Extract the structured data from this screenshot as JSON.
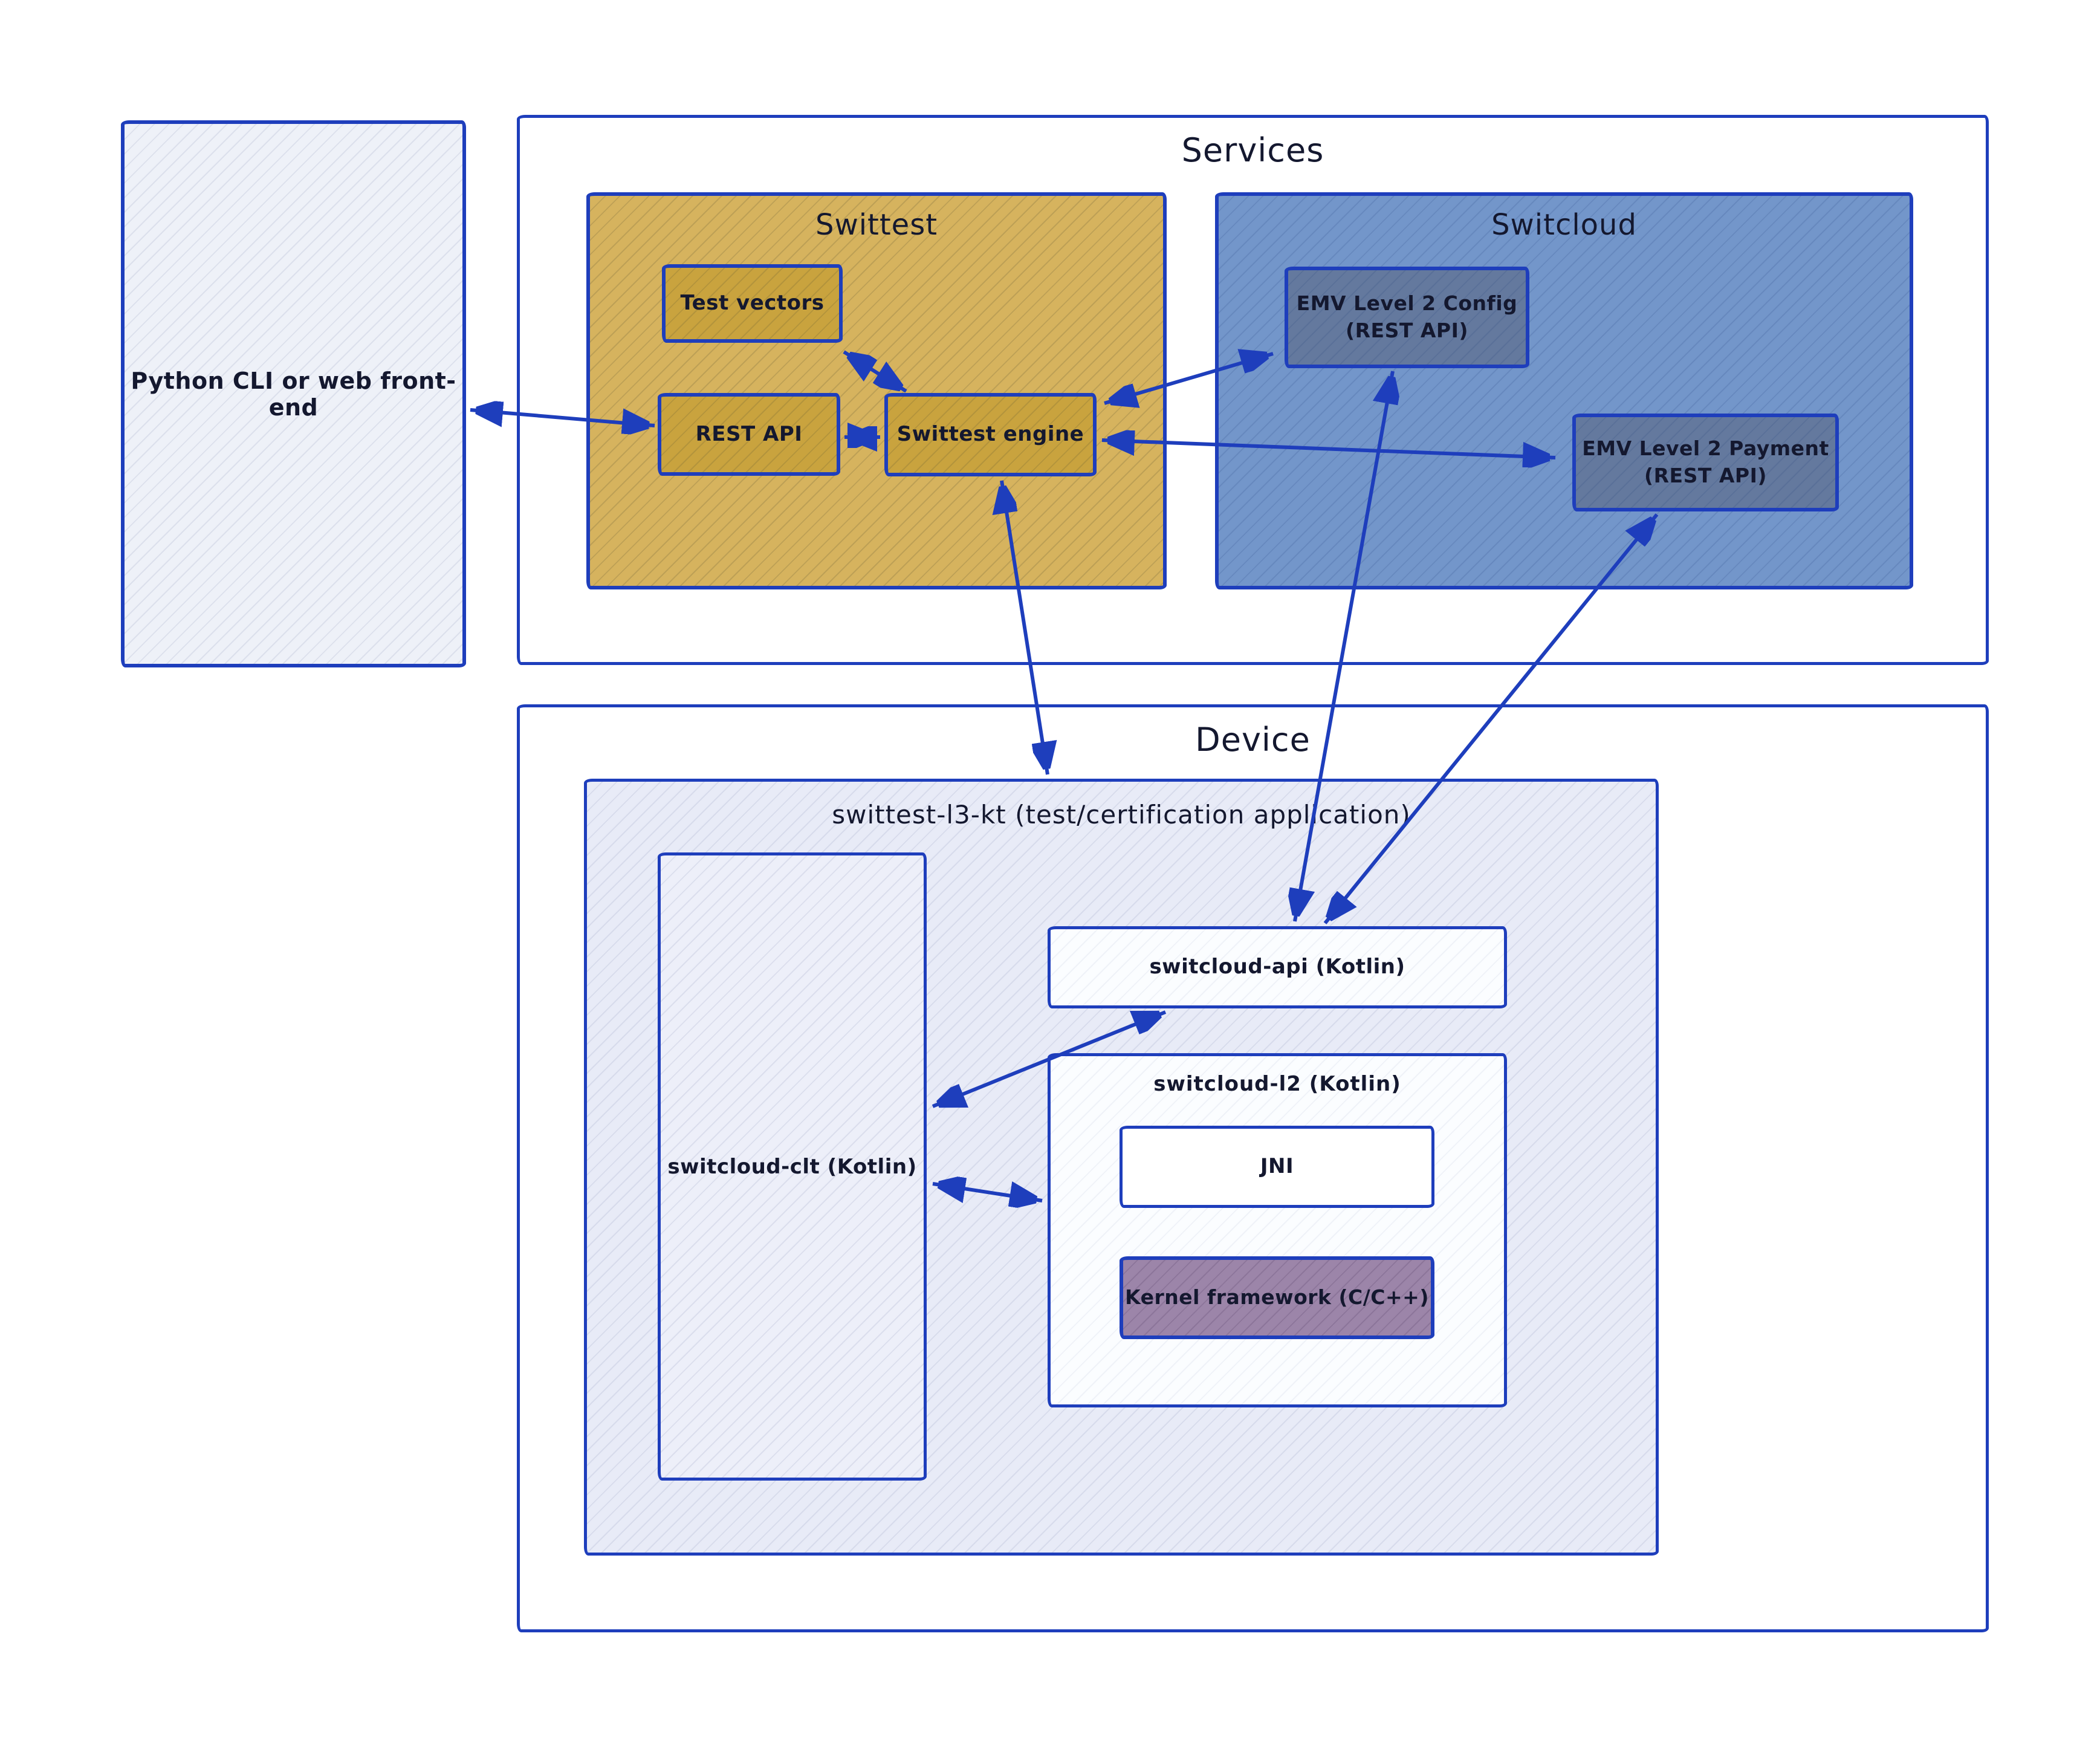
{
  "colors": {
    "stroke": "#1e3ebc",
    "ink": "#14182f",
    "gold": "#d6b35e",
    "gold-inner": "#c9a33e",
    "blue": "#7396ca",
    "blue-inner": "#64799e",
    "paper": "#eef1f8",
    "lav": "#e8ebf7",
    "lav-light": "#edeff9",
    "near-white": "#fbfdff",
    "mauve": "#9c85a9"
  },
  "python_cli": {
    "label": "Python CLI or web front-end"
  },
  "services": {
    "title": "Services",
    "swittest": {
      "title": "Swittest",
      "test_vectors": "Test vectors",
      "rest_api": "REST API",
      "engine": "Swittest engine"
    },
    "switcloud": {
      "title": "Switcloud",
      "emv_config_line1": "EMV Level 2 Config",
      "emv_config_line2": "(REST API)",
      "emv_payment_line1": "EMV Level 2 Payment",
      "emv_payment_line2": "(REST API)"
    }
  },
  "device": {
    "title": "Device",
    "l3kt": {
      "title": "swittest-l3-kt (test/certification application)",
      "clt": "switcloud-clt (Kotlin)",
      "api": "switcloud-api (Kotlin)",
      "l2": {
        "title": "switcloud-l2 (Kotlin)",
        "jni": "JNI",
        "kernel": "Kernel framework (C/C++)"
      }
    }
  }
}
